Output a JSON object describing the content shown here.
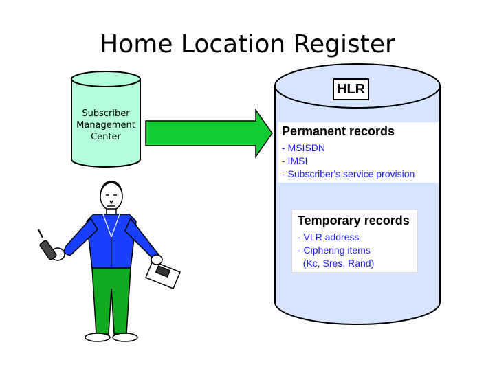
{
  "title": "Home Location Register",
  "smc": {
    "label_lines": [
      "Subscriber",
      "Management",
      "Center"
    ]
  },
  "hlr": {
    "tag": "HLR",
    "permanent": {
      "heading": "Permanent records",
      "items": [
        "- MSISDN",
        "- IMSI",
        "- Subscriber's service provision"
      ]
    },
    "temporary": {
      "heading": "Temporary records",
      "items": [
        "- VLR address",
        "- Ciphering items",
        "  (Kc, Sres, Rand)"
      ]
    }
  },
  "colors": {
    "smc_cylinder": "#b3ffd9",
    "hlr_cylinder": "#d6e4ff",
    "arrow": "#11cc33",
    "shirt": "#1a40ff",
    "pants": "#11aa22"
  }
}
